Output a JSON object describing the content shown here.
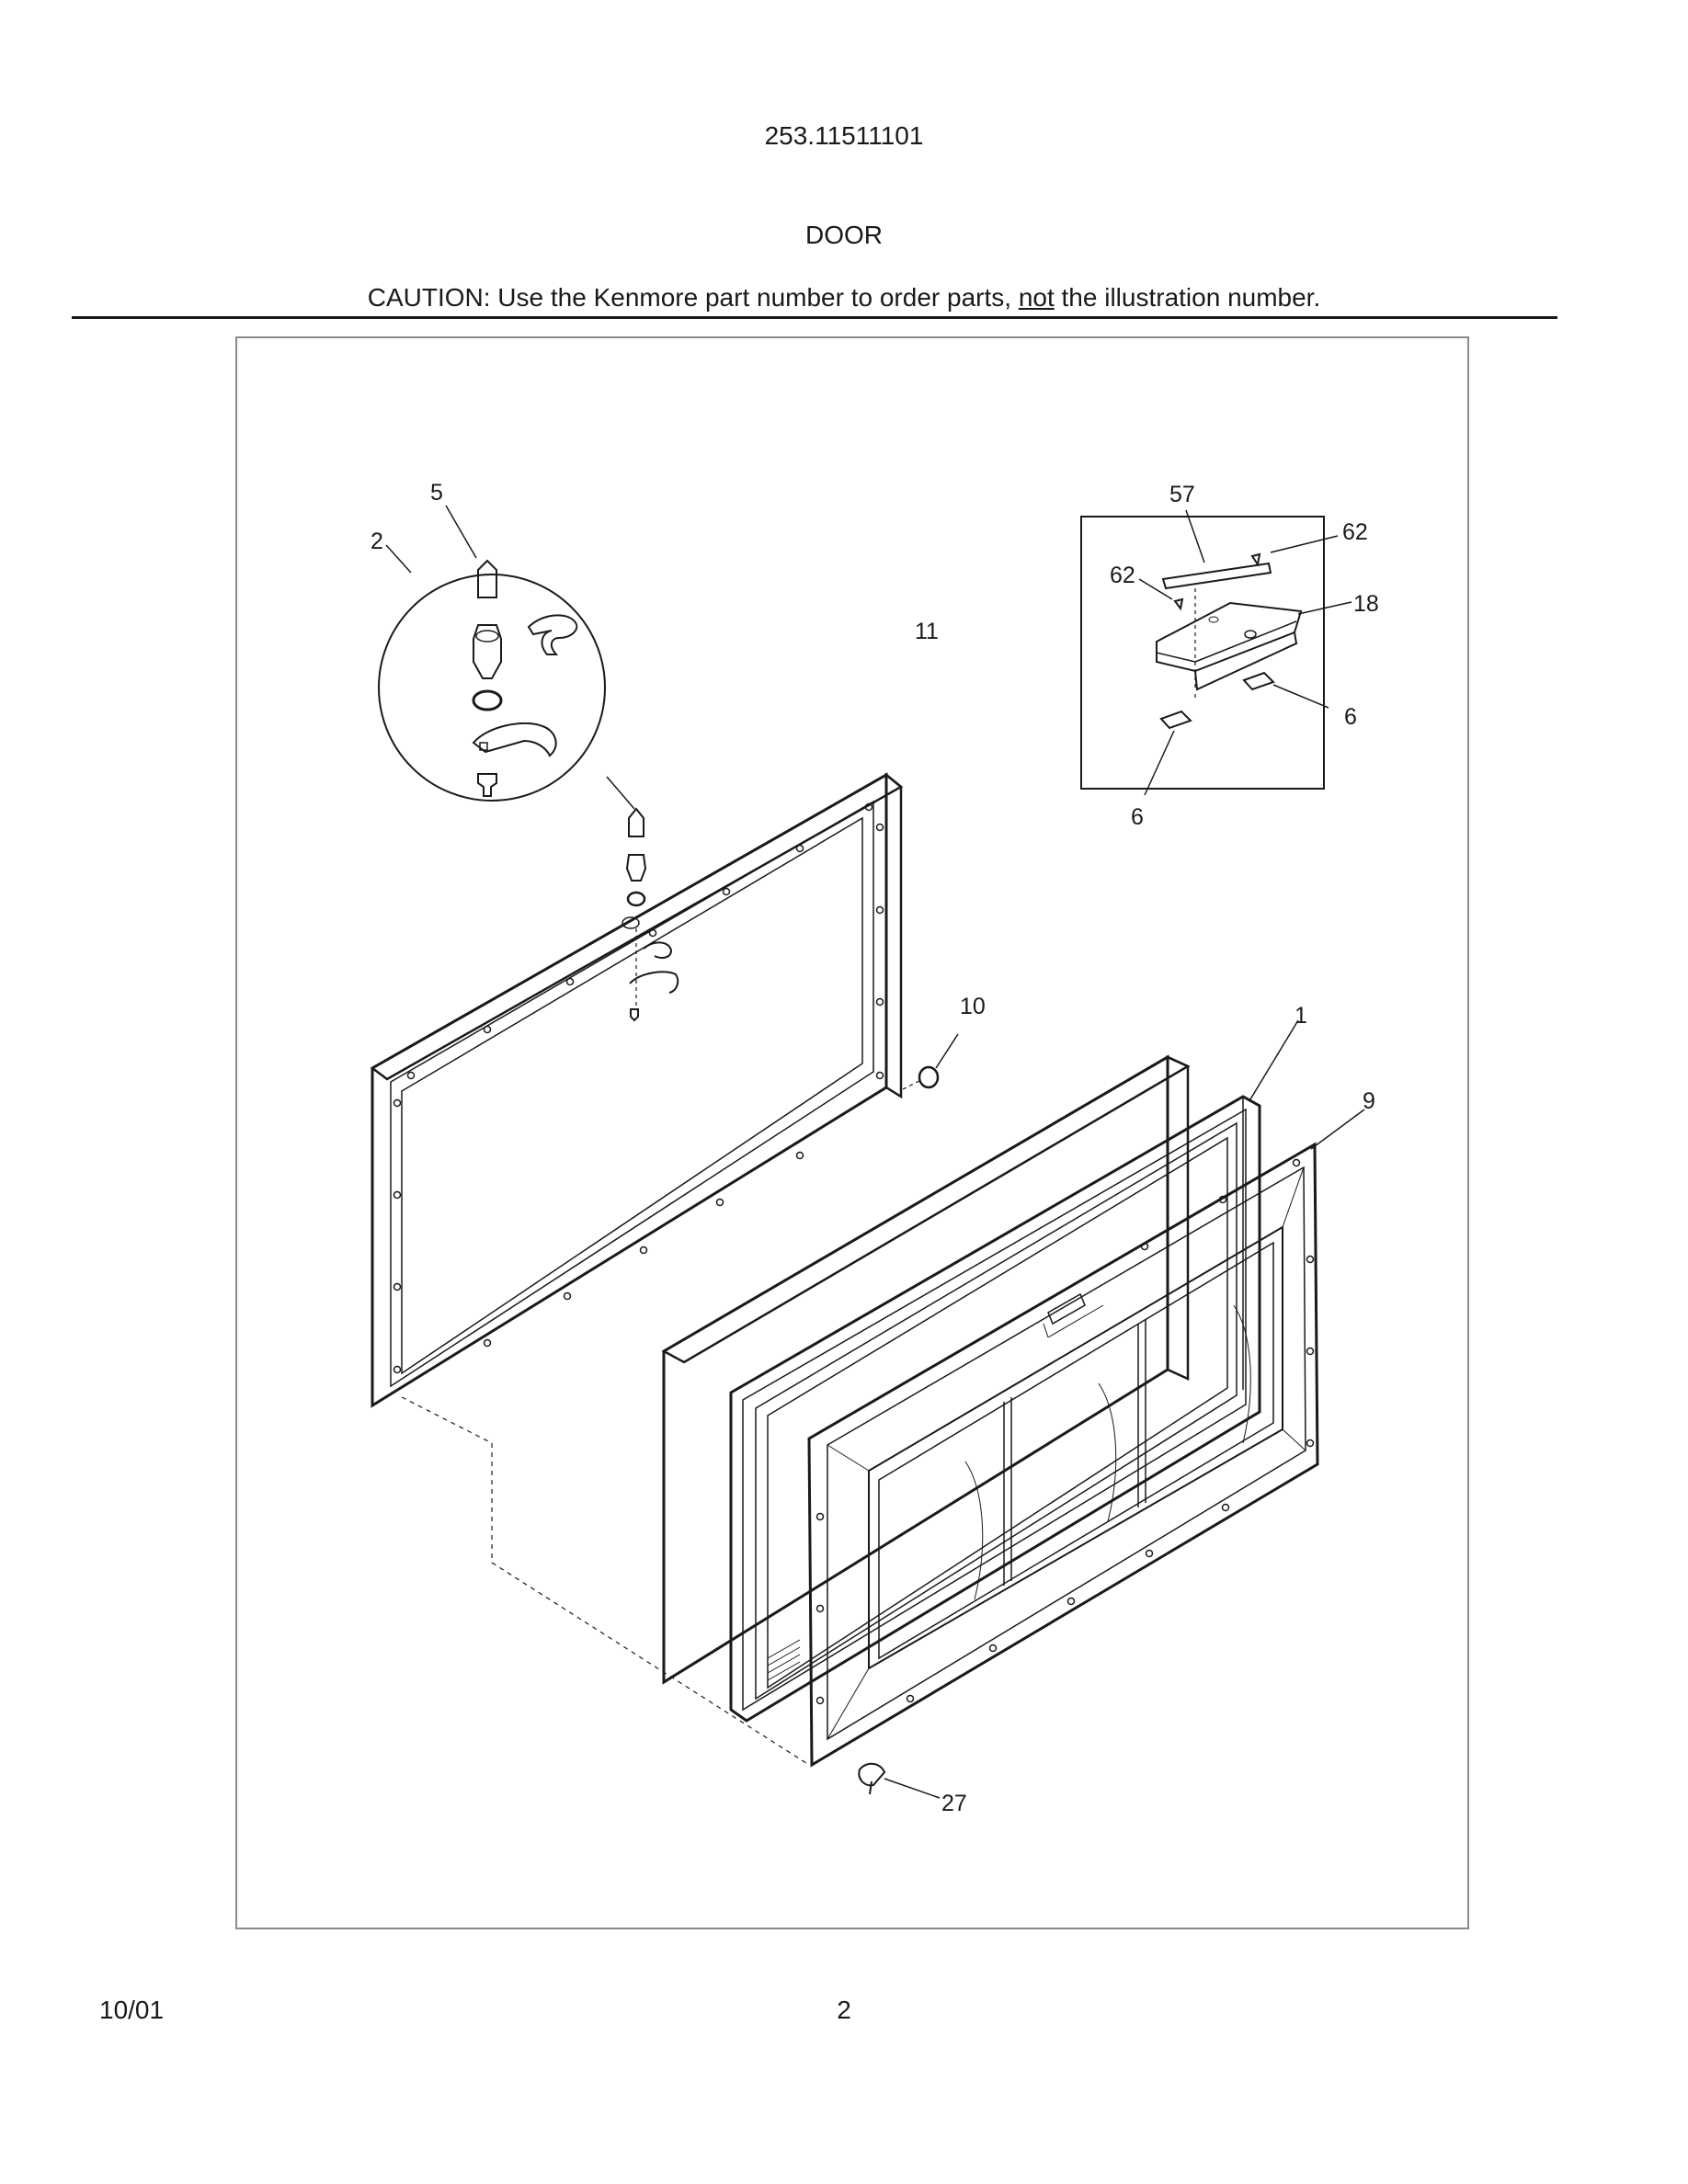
{
  "header": {
    "model_number": "253.11511101",
    "section_title": "DOOR",
    "caution_prefix": "CAUTION: Use the Kenmore part number to order parts, ",
    "caution_emphasis": "not",
    "caution_suffix": " the illustration number."
  },
  "diagram": {
    "callouts": {
      "c1": "1",
      "c2": "2",
      "c5": "5",
      "c6a": "6",
      "c6b": "6",
      "c9": "9",
      "c10": "10",
      "c11": "11",
      "c18": "18",
      "c27": "27",
      "c57": "57",
      "c62a": "62",
      "c62b": "62"
    }
  },
  "footer": {
    "date": "10/01",
    "page": "2"
  }
}
